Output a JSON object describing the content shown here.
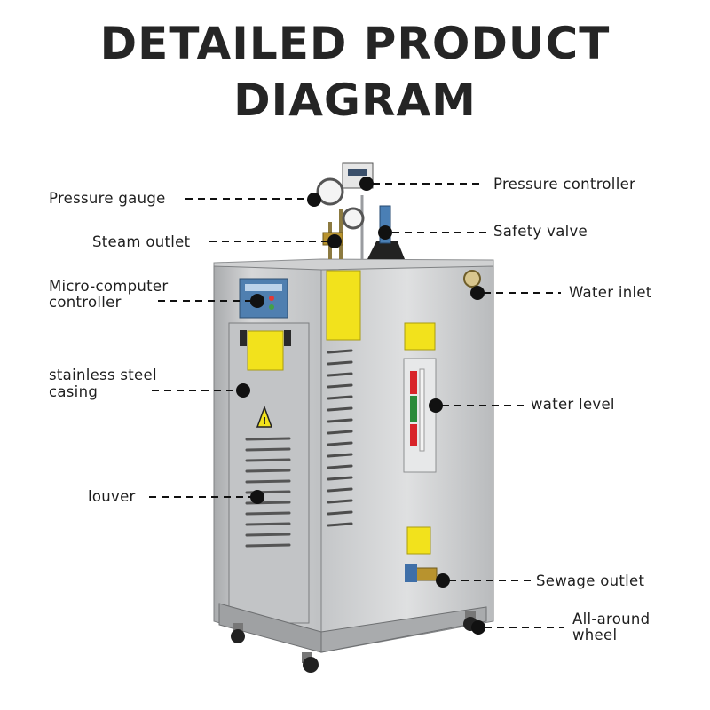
{
  "title": {
    "line1": "DETAILED PRODUCT",
    "line2": "DIAGRAM"
  },
  "labels": {
    "pressure_gauge": "Pressure gauge",
    "pressure_controller": "Pressure controller",
    "steam_outlet": "Steam outlet",
    "safety_valve": "Safety valve",
    "micro_computer_controller_line1": "Micro-computer",
    "micro_computer_controller_line2": "controller",
    "water_inlet": "Water inlet",
    "stainless_steel_casing_line1": "stainless steel",
    "stainless_steel_casing_line2": "casing",
    "water_level": "water level",
    "louver": "louver",
    "sewage_outlet": "Sewage outlet",
    "all_around_wheel_line1": "All-around",
    "all_around_wheel_line2": "wheel"
  },
  "colors": {
    "title": "#252525",
    "label_text": "#1e1e1e",
    "leader_line": "#111111",
    "steel_front": "#c9cacb",
    "steel_side": "#b5b7b9",
    "warning_sticker": "#f2e21c",
    "level_red": "#d8242a",
    "level_green": "#2a8a3a"
  }
}
